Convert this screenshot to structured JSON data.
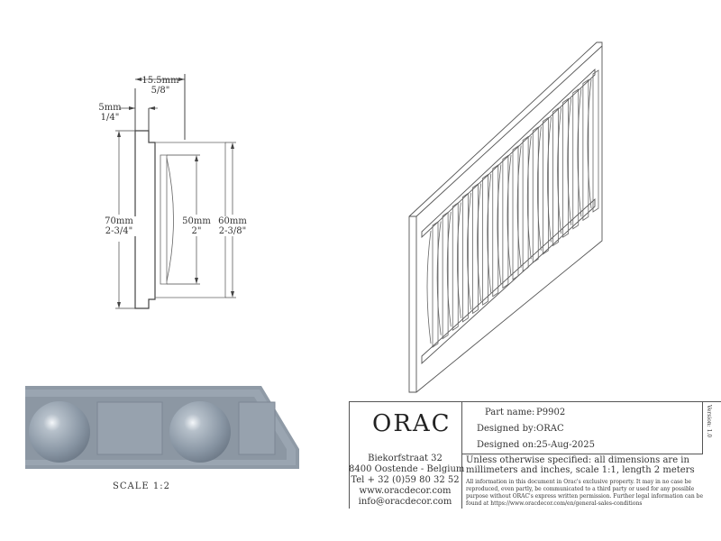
{
  "drawing": {
    "dims": {
      "width_top": {
        "mm": "15.5mm",
        "in": "5/8\""
      },
      "width_step": {
        "mm": "5mm",
        "in": "1/4\""
      },
      "height_total": {
        "mm": "70mm",
        "in": "2-3/4\""
      },
      "height_inner": {
        "mm": "50mm",
        "in": "2\""
      },
      "height_mid": {
        "mm": "60mm",
        "in": "2-3/8\""
      }
    },
    "scale_label": "SCALE  1:2"
  },
  "titleblock": {
    "logo": "ORAC",
    "address_line1": "Biekorfstraat 32",
    "address_line2": "8400 Oostende - Belgium",
    "phone": "Tel   + 32 (0)59 80 32 52",
    "website": "www.oracdecor.com",
    "email": "info@oracdecor.com",
    "part_name_label": "Part name:",
    "part_name": "P9902",
    "designed_by_label": "Designed by:",
    "designed_by": "ORAC",
    "designed_on_label": "Designed on:",
    "designed_on": "25-Aug-2025",
    "version": "Version: 1.0",
    "specs": "Unless otherwise specified: all dimensions are in millimeters and inches, scale 1:1, length 2 meters",
    "legal": "All information in this document in Orac's exclusive property.  It may in no case be reproduced, even partly, be communicated to a third party or used for any possible purpose without ORAC's express written permission. Further legal information can be found at https://www.oracdecor.com/en/general-sales-conditions"
  }
}
